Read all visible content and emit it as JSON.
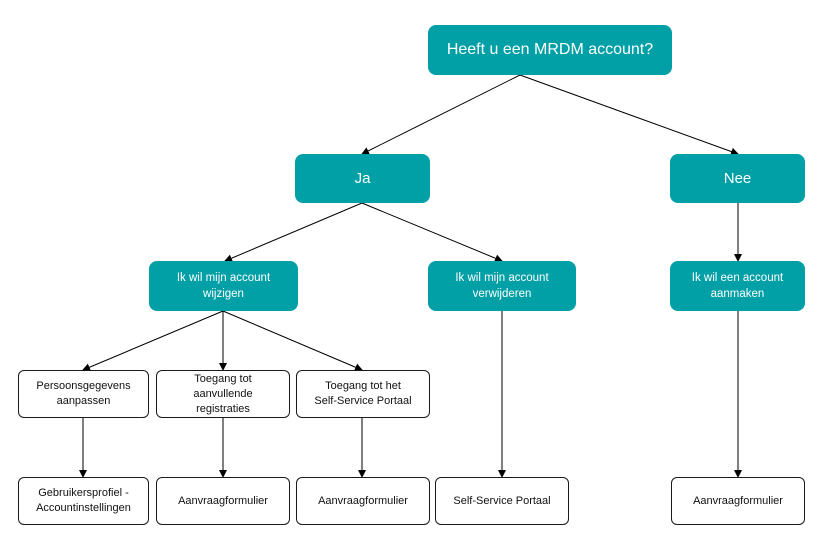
{
  "nodes": {
    "root": "Heeft u een MRDM account?",
    "ja": "Ja",
    "nee": "Nee",
    "wijzigen": "Ik wil mijn account\nwijzigen",
    "verwijderen": "Ik wil mijn account\nverwijderen",
    "aanmaken": "Ik wil een account\naanmaken",
    "persoonsgegevens": "Persoonsgegevens\naanpassen",
    "toegang_registraties": "Toegang tot\naanvullende\nregistraties",
    "toegang_portaal": "Toegang tot het\nSelf-Service Portaal",
    "gebruikersprofiel": "Gebruikersprofiel -\nAccountinstellingen",
    "aanvraag_1": "Aanvraagformulier",
    "aanvraag_2": "Aanvraagformulier",
    "self_service": "Self-Service Portaal",
    "aanvraag_3": "Aanvraagformulier"
  },
  "colors": {
    "teal": "#01a0a6",
    "line": "#000000"
  }
}
